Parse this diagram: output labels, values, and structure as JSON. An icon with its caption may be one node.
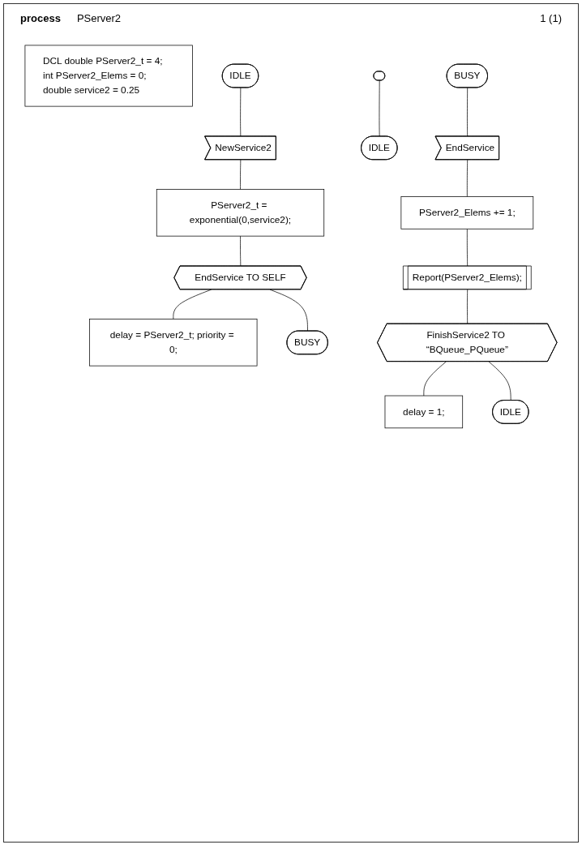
{
  "diagram": {
    "title": "process",
    "nodes": [
      {
        "text": [
          "DCL double PServer2_t = 4; int PServer2_Elems = 0; double service2 = 0.25"
        ]
      },
      {
        "text": [
          "IDLE"
        ]
      },
      {
        "text": [
          "NewService2"
        ]
      },
      {
        "text": [
          "PServer2_t = exponential(0,service2);"
        ]
      },
      {
        "text": [
          "EndService TO SELF"
        ]
      },
      {
        "text": [
          "delay = PServer2_t; priority = 0;"
        ]
      },
      {
        "text": [
          "BUSY"
        ]
      },
      {
        "text": [],
        "shape": "box"
      },
      {
        "text": [
          "IDLE"
        ]
      },
      {
        "text": [
          "BUSY"
        ]
      },
      {
        "text": [
          "EndService"
        ]
      },
      {
        "text": [
          "PServer2_Elems += 1;"
        ]
      },
      {
        "text": [
          "Report(PServer2_Elems);"
        ]
      },
      {
        "text": [
          "FinishService2 TO “BQueue_PQueue”"
        ]
      },
      {
        "text": [
          "delay = 1;"
        ]
      },
      {
        "text": [
          "IDLE"
        ]
      }
    ],
    "edges": [
      {
        "from": 1,
        "to": 2,
        "arrow": "none"
      },
      {
        "from": 2,
        "to": 3,
        "arrow": "none"
      },
      {
        "from": 3,
        "to": 4,
        "arrow": "none"
      },
      {
        "from": 4,
        "to": 5,
        "arrow": "none"
      },
      {
        "from": 4,
        "to": 6,
        "arrow": "none"
      },
      {
        "from": 7,
        "to": 8,
        "arrow": "none"
      },
      {
        "from": 9,
        "to": 10,
        "arrow": "none"
      },
      {
        "from": 10,
        "to": 11,
        "arrow": "none"
      },
      {
        "from": 11,
        "to": 12,
        "arrow": "none"
      },
      {
        "from": 12,
        "to": 13,
        "arrow": "none"
      },
      {
        "from": 13,
        "to": 14,
        "arrow": "none"
      },
      {
        "from": 13,
        "to": 15,
        "arrow": "none"
      }
    ],
    "labels": [
      "PServer2",
      "1 (1)"
    ]
  }
}
